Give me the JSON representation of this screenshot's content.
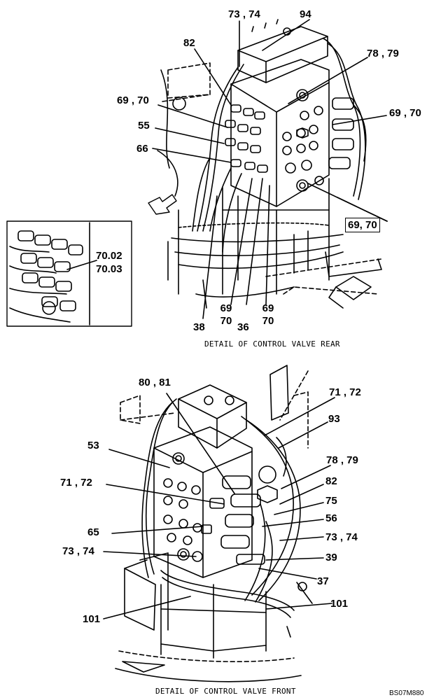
{
  "captions": {
    "rear": "DETAIL OF CONTROL VALVE REAR",
    "front": "DETAIL OF CONTROL VALVE FRONT",
    "ref_code": "BS07M880"
  },
  "rear_labels": {
    "l73_74": "73 , 74",
    "l94": "94",
    "l82": "82",
    "l78_79": "78 , 79",
    "l69_70_left": "69 , 70",
    "l69_70_right": "69 , 70",
    "l55": "55",
    "l66": "66",
    "l69_70_boxed": "69, 70",
    "l70_02": "70.02",
    "l70_03": "70.03",
    "b69_a": "69",
    "b70_a": "70",
    "b36": "36",
    "b69_b": "69",
    "b70_b": "70",
    "b38": "38"
  },
  "front_labels": {
    "l80_81": "80 , 81",
    "l71_72_top": "71 , 72",
    "l93": "93",
    "l53": "53",
    "l78_79": "78 , 79",
    "l71_72_left": "71 , 72",
    "l82": "82",
    "l75": "75",
    "l56": "56",
    "l65": "65",
    "l73_74_right": "73 , 74",
    "l73_74_left": "73 , 74",
    "l39": "39",
    "l37": "37",
    "l101_right": "101",
    "l101_left": "101"
  }
}
